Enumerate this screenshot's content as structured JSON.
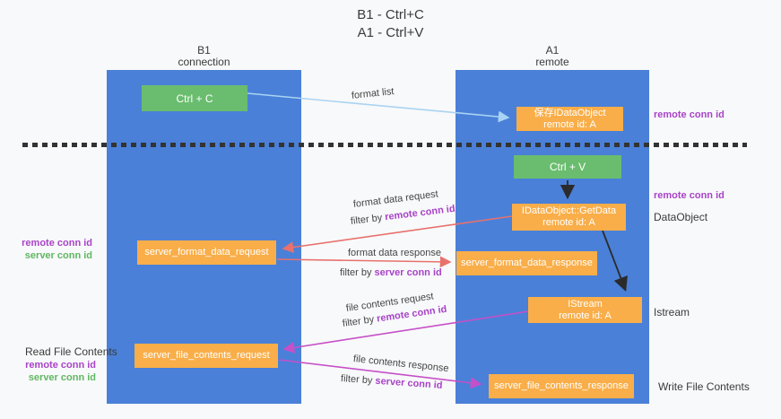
{
  "title": {
    "line1": "B1 - Ctrl+C",
    "line2": "A1 - Ctrl+V"
  },
  "columns": {
    "left": {
      "name": "B1",
      "subtitle": "connection"
    },
    "right": {
      "name": "A1",
      "subtitle": "remote"
    }
  },
  "nodes": {
    "ctrl_c": {
      "label": "Ctrl + C"
    },
    "save_idataobject": {
      "line1": "保存IDataObject",
      "line2": "remote id: A"
    },
    "ctrl_v": {
      "label": "Ctrl + V"
    },
    "getdata": {
      "line1": "IDataObject::GetData",
      "line2": "remote id: A"
    },
    "format_request": {
      "label": "server_format_data_request"
    },
    "format_response": {
      "label": "server_format_data_response"
    },
    "istream": {
      "line1": "IStream",
      "line2": "remote id: A"
    },
    "file_request": {
      "label": "server_file_contents_request"
    },
    "file_response": {
      "label": "server_file_contents_response"
    }
  },
  "side_labels": {
    "right_remote_top": "remote conn id",
    "right_remote_mid": "remote conn id",
    "dataobject": "DataObject",
    "istream": "Istream",
    "write_file": "Write File Contents",
    "read_file": "Read File Contents",
    "left_remote_1": "remote conn id",
    "left_server_1": "server conn id",
    "left_remote_2": "remote conn id",
    "left_server_2": "server conn id"
  },
  "edges": {
    "format_list": {
      "label": "format list"
    },
    "format_data_request": {
      "label": "format data request",
      "filter_prefix": "filter by",
      "filter_key": "remote conn id"
    },
    "format_data_response": {
      "label": "format data response",
      "filter_prefix": "filter by",
      "filter_key": "server conn id"
    },
    "file_contents_request": {
      "label": "file contents request",
      "filter_prefix": "filter by",
      "filter_key": "remote conn id"
    },
    "file_contents_response": {
      "label": "file contents response",
      "filter_prefix": "filter by",
      "filter_key": "server conn id"
    }
  },
  "colors": {
    "background": "#f8f9fa",
    "column_blue": "#4a80d8",
    "box_green": "#6abd6e",
    "box_orange": "#f9ae49",
    "accent_purple": "#a843c8",
    "accent_green": "#5fb762",
    "arrow_red": "#e8716d",
    "arrow_magenta": "#c650c8",
    "arrow_lightblue": "#a9d3f2",
    "arrow_black": "#2b2b2b"
  }
}
